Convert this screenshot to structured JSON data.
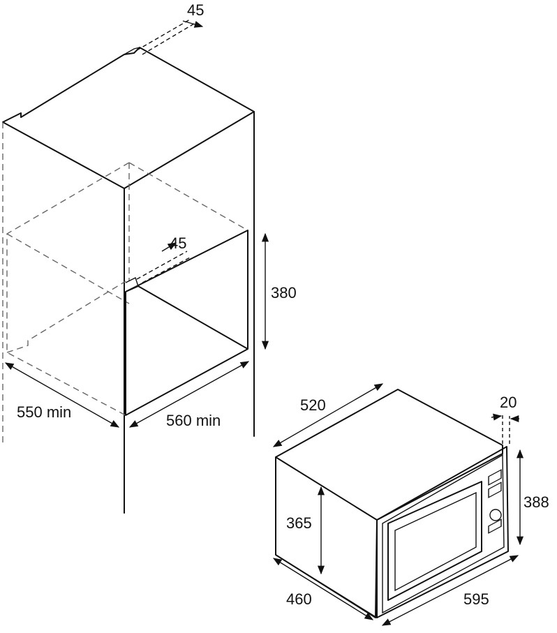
{
  "dimensions": {
    "cavity_top_gap": "45",
    "cavity_inner_gap": "45",
    "cavity_height": "380",
    "cavity_depth": "550 min",
    "cavity_width": "560 min",
    "oven_depth": "520",
    "oven_frame_depth": "20",
    "oven_height_front": "388",
    "oven_height_side": "365",
    "oven_body_depth": "460",
    "oven_width": "595"
  },
  "colors": {
    "line": "#111111",
    "hidden_line": "#666666",
    "background": "#ffffff"
  }
}
